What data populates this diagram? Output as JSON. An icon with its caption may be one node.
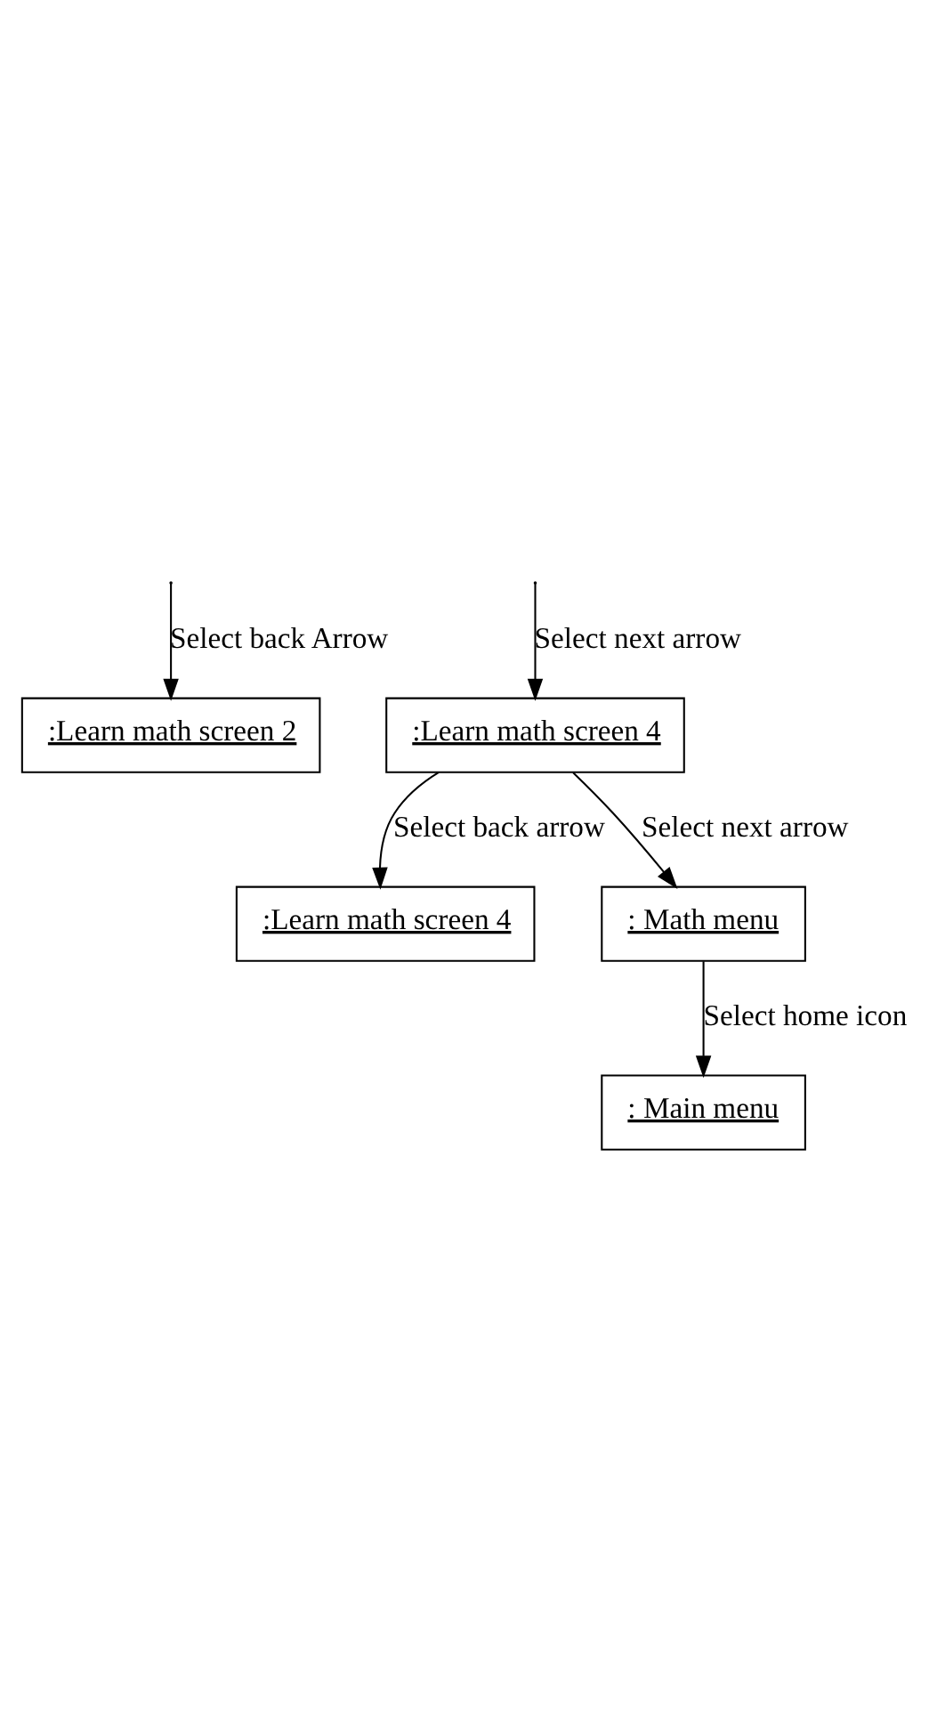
{
  "diagram": {
    "nodes": [
      {
        "text": [
          ":Learn math screen 2"
        ]
      },
      {
        "text": [
          ":Learn math screen 4"
        ]
      },
      {
        "text": [
          ":Learn math screen 4"
        ]
      },
      {
        "text": [
          ": Math menu"
        ]
      },
      {
        "text": [
          ": Main menu"
        ]
      }
    ],
    "edges": [
      {
        "from": null,
        "to": 0,
        "arrow": "to",
        "label": "Select back Arrow"
      },
      {
        "from": null,
        "to": 1,
        "arrow": "to",
        "label": "Select next arrow"
      },
      {
        "from": 1,
        "to": 2,
        "arrow": "to",
        "label": "Select back arrow"
      },
      {
        "from": 1,
        "to": 3,
        "arrow": "to",
        "label": "Select next arrow"
      },
      {
        "from": 3,
        "to": 4,
        "arrow": "to",
        "label": "Select home icon"
      }
    ]
  }
}
